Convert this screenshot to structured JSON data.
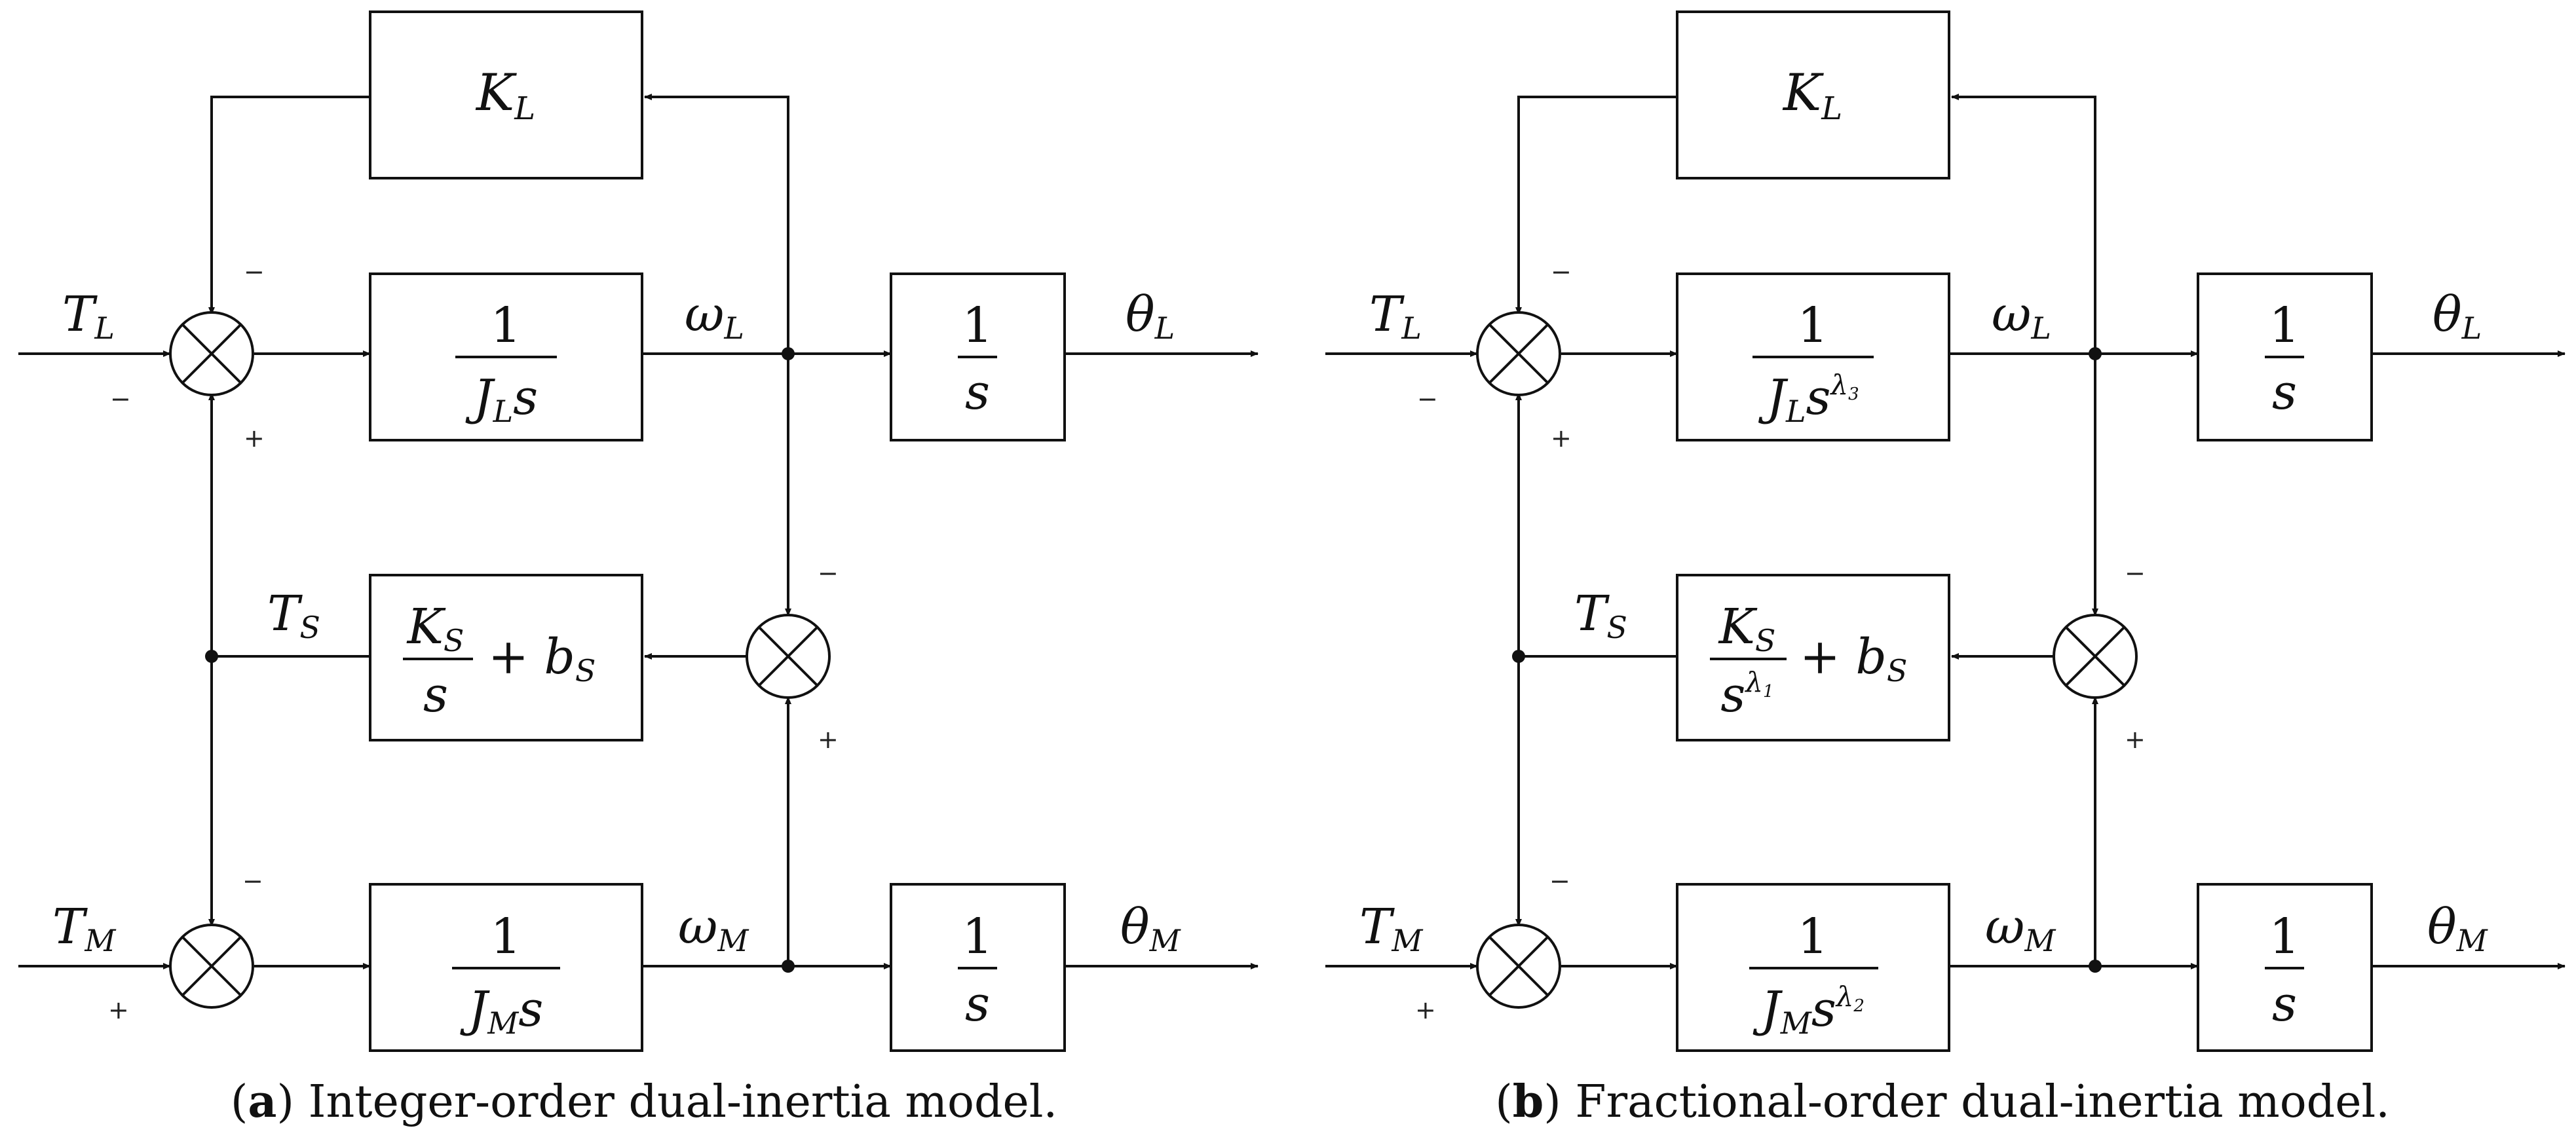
{
  "panels": [
    {
      "caption_label": "a",
      "caption_text": "Integer-order dual-inertia model.",
      "gain_load": "K",
      "gain_load_sub": "L",
      "load_block": {
        "num": "1",
        "den": "J",
        "den_sub": "L",
        "den_rest": "s",
        "exp_base": "",
        "exp_sub": ""
      },
      "motor_block": {
        "num": "1",
        "den": "J",
        "den_sub": "M",
        "den_rest": "s",
        "exp_base": "",
        "exp_sub": ""
      },
      "shaft_block": {
        "num": "K",
        "num_sub": "S",
        "den": "s",
        "exp_base": "",
        "exp_sub": "",
        "plus": "+ b",
        "plus_sub": "S"
      },
      "integ_load": {
        "num": "1",
        "den": "s"
      },
      "integ_motor": {
        "num": "1",
        "den": "s"
      },
      "input_load": "T",
      "input_load_sub": "L",
      "input_motor": "T",
      "input_motor_sub": "M",
      "shaft_torque": "T",
      "shaft_torque_sub": "S",
      "omega_load": "ω",
      "omega_load_sub": "L",
      "omega_motor": "ω",
      "omega_motor_sub": "M",
      "theta_load": "θ",
      "theta_load_sub": "L",
      "theta_motor": "θ",
      "theta_motor_sub": "M"
    },
    {
      "caption_label": "b",
      "caption_text": "Fractional-order dual-inertia model.",
      "gain_load": "K",
      "gain_load_sub": "L",
      "load_block": {
        "num": "1",
        "den": "J",
        "den_sub": "L",
        "den_rest": "s",
        "exp_base": "λ",
        "exp_sub": "3"
      },
      "motor_block": {
        "num": "1",
        "den": "J",
        "den_sub": "M",
        "den_rest": "s",
        "exp_base": "λ",
        "exp_sub": "2"
      },
      "shaft_block": {
        "num": "K",
        "num_sub": "S",
        "den": "s",
        "exp_base": "λ",
        "exp_sub": "1",
        "plus": "+ b",
        "plus_sub": "S"
      },
      "integ_load": {
        "num": "1",
        "den": "s"
      },
      "integ_motor": {
        "num": "1",
        "den": "s"
      },
      "input_load": "T",
      "input_load_sub": "L",
      "input_motor": "T",
      "input_motor_sub": "M",
      "shaft_torque": "T",
      "shaft_torque_sub": "S",
      "omega_load": "ω",
      "omega_load_sub": "L",
      "omega_motor": "ω",
      "omega_motor_sub": "M",
      "theta_load": "θ",
      "theta_load_sub": "L",
      "theta_motor": "θ",
      "theta_motor_sub": "M"
    }
  ],
  "signs": {
    "minus": "−",
    "plus": "+"
  },
  "caption_open": "(",
  "caption_close": ")"
}
